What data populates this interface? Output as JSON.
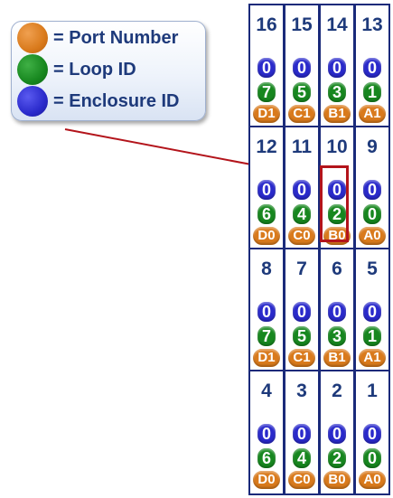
{
  "legend": {
    "items": [
      {
        "label": "= Port Number",
        "color": "#d97a1c"
      },
      {
        "label": "= Loop ID",
        "color": "#17871f"
      },
      {
        "label": "= Enclosure ID",
        "color": "#2a2acb"
      }
    ]
  },
  "colors": {
    "port": "#d97a1c",
    "loop": "#17871f",
    "enclosure": "#2a2acb",
    "border": "#1a2a7a",
    "highlight": "#b3141b",
    "arrow": "#b3141b"
  },
  "banks": [
    {
      "slots": [
        {
          "number": "16",
          "enclosure": "0",
          "loop": "7",
          "port": "D1"
        },
        {
          "number": "15",
          "enclosure": "0",
          "loop": "5",
          "port": "C1"
        },
        {
          "number": "14",
          "enclosure": "0",
          "loop": "3",
          "port": "B1"
        },
        {
          "number": "13",
          "enclosure": "0",
          "loop": "1",
          "port": "A1"
        }
      ]
    },
    {
      "slots": [
        {
          "number": "12",
          "enclosure": "0",
          "loop": "6",
          "port": "D0"
        },
        {
          "number": "11",
          "enclosure": "0",
          "loop": "4",
          "port": "C0"
        },
        {
          "number": "10",
          "enclosure": "0",
          "loop": "2",
          "port": "B0"
        },
        {
          "number": "9",
          "enclosure": "0",
          "loop": "0",
          "port": "A0"
        }
      ]
    },
    {
      "slots": [
        {
          "number": "8",
          "enclosure": "0",
          "loop": "7",
          "port": "D1"
        },
        {
          "number": "7",
          "enclosure": "0",
          "loop": "5",
          "port": "C1"
        },
        {
          "number": "6",
          "enclosure": "0",
          "loop": "3",
          "port": "B1"
        },
        {
          "number": "5",
          "enclosure": "0",
          "loop": "1",
          "port": "A1"
        }
      ]
    },
    {
      "slots": [
        {
          "number": "4",
          "enclosure": "0",
          "loop": "6",
          "port": "D0"
        },
        {
          "number": "3",
          "enclosure": "0",
          "loop": "4",
          "port": "C0"
        },
        {
          "number": "2",
          "enclosure": "0",
          "loop": "2",
          "port": "B0"
        },
        {
          "number": "1",
          "enclosure": "0",
          "loop": "0",
          "port": "A0"
        }
      ]
    }
  ]
}
